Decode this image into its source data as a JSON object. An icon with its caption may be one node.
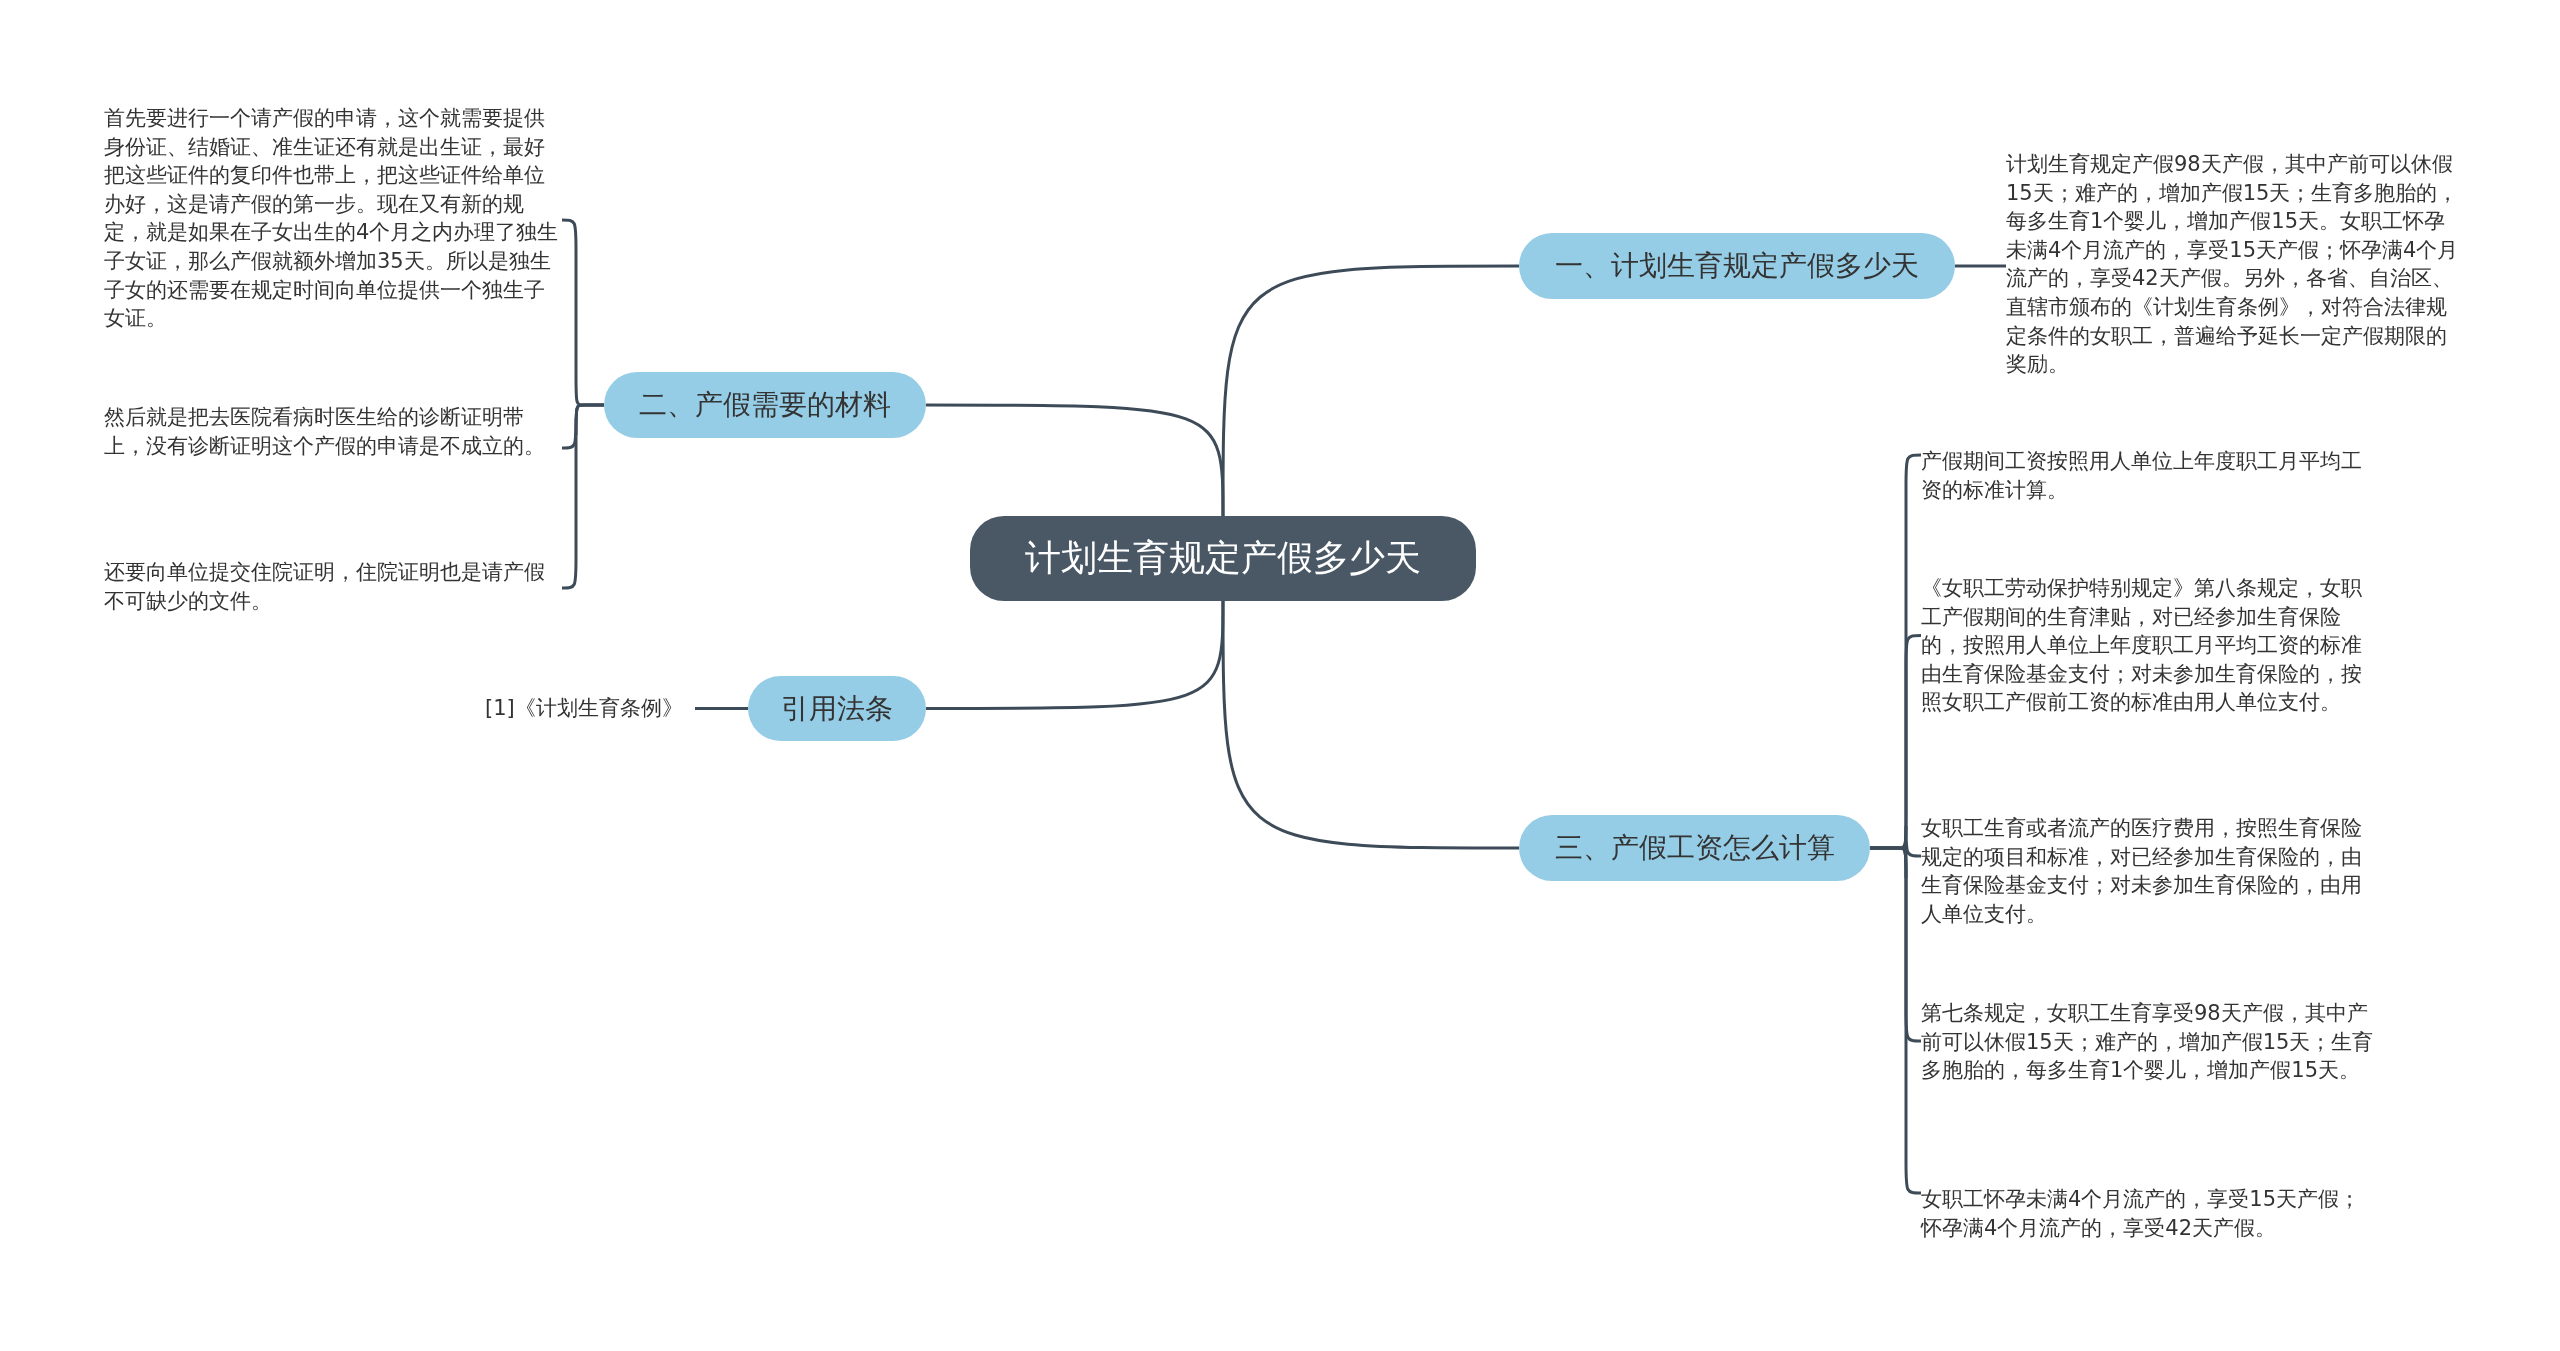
{
  "diagram": {
    "nodes": [
      {
        "text": [
          "计划生育规定产假多少天"
        ]
      },
      {
        "text": [
          "一、计划生育规定产假多少天"
        ]
      },
      {
        "text": [
          "计划生育规定产假98天产假，其中产前可以休假15天；难产的，增加产假15天；生育多胞胎的，每多生育1个婴儿，增加产假15天。女职工怀孕未满4个月流产的，享受15天产假；怀孕满4个月流产的，享受42天产假。另外，各省、自治区、直辖市颁布的《计划生育条例》，对符合法律规定条件的女职工，普遍给予延长一定产假期限的奖励。"
        ]
      },
      {
        "text": [
          "二、产假需要的材料"
        ]
      },
      {
        "text": [
          "首先要进行一个请产假的申请，这个就需要提供身份证、结婚证、准生证还有就是出生证，最好把这些证件的复印件也带上，把这些证件给单位办好，这是请产假的第一步。现在又有新的规定，就是如果在子女出生的4个月之内办理了独生子女证，那么产假就额外增加35天。所以是独生子女的还需要在规定时间向单位提供一个独生子女证。"
        ]
      },
      {
        "text": [
          "然后就是把去医院看病时医生给的诊断证明带上，没有诊断证明这个产假的申请是不成立的。"
        ]
      },
      {
        "text": [
          "还要向单位提交住院证明，住院证明也是请产假不可缺少的文件。"
        ]
      },
      {
        "text": [
          "三、产假工资怎么计算"
        ]
      },
      {
        "text": [
          "产假期间工资按照用人单位上年度职工月平均工资的标准计算。"
        ]
      },
      {
        "text": [
          "《女职工劳动保护特别规定》第八条规定，女职工产假期间的生育津贴，对已经参加生育保险的，按照用人单位上年度职工月平均工资的标准由生育保险基金支付；对未参加生育保险的，按照女职工产假前工资的标准由用人单位支付。"
        ]
      },
      {
        "text": [
          "女职工生育或者流产的医疗费用，按照生育保险规定的项目和标准，对已经参加生育保险的，由生育保险基金支付；对未参加生育保险的，由用人单位支付。"
        ]
      },
      {
        "text": [
          "第七条规定，女职工生育享受98天产假，其中产前可以休假15天；难产的，增加产假15天；生育多胞胎的，每多生育1个婴儿，增加产假15天。"
        ]
      },
      {
        "text": [
          "女职工怀孕未满4个月流产的，享受15天产假；怀孕满4个月流产的，享受42天产假。"
        ]
      },
      {
        "text": [
          "引用法条"
        ]
      },
      {
        "text": [
          "[1]《计划生育条例》"
        ]
      }
    ],
    "edges": [
      {
        "from": 0,
        "to": 1,
        "arrow": "none"
      },
      {
        "from": 1,
        "to": 2,
        "arrow": "none"
      },
      {
        "from": 0,
        "to": 3,
        "arrow": "none"
      },
      {
        "from": 3,
        "to": 4,
        "arrow": "none"
      },
      {
        "from": 3,
        "to": 5,
        "arrow": "none"
      },
      {
        "from": 3,
        "to": 6,
        "arrow": "none"
      },
      {
        "from": 0,
        "to": 7,
        "arrow": "none"
      },
      {
        "from": 7,
        "to": 8,
        "arrow": "none"
      },
      {
        "from": 7,
        "to": 9,
        "arrow": "none"
      },
      {
        "from": 7,
        "to": 10,
        "arrow": "none"
      },
      {
        "from": 7,
        "to": 11,
        "arrow": "none"
      },
      {
        "from": 7,
        "to": 12,
        "arrow": "none"
      },
      {
        "from": 0,
        "to": 13,
        "arrow": "none"
      },
      {
        "from": 13,
        "to": 14,
        "arrow": "none"
      }
    ]
  }
}
